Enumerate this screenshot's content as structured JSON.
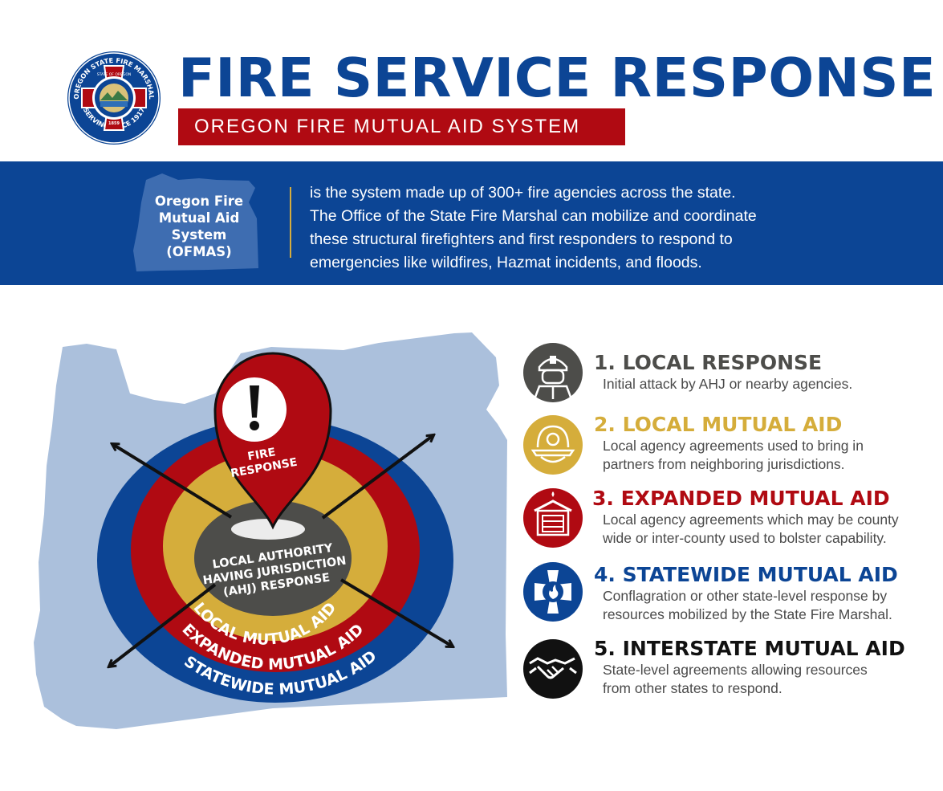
{
  "header": {
    "title": "FIRE SERVICE RESPONSE",
    "subtitle": "OREGON FIRE MUTUAL AID SYSTEM"
  },
  "seal": {
    "top_text": "OREGON STATE FIRE MARSHAL",
    "bottom_text": "SERVING SINCE 1917",
    "inner_top": "STATE OF OREGON",
    "year": "1859"
  },
  "intro": {
    "badge_lines": [
      "Oregon Fire",
      "Mutual Aid",
      "System",
      "(OFMAS)"
    ],
    "lines": [
      "is the system made up of 300+ fire agencies across the state.",
      "The Office of the State Fire Marshal can mobilize and coordinate",
      "these structural firefighters and first responders to respond to",
      "emergencies like wildfires, Hazmat incidents, and floods."
    ]
  },
  "diagram": {
    "pin_lines": [
      "FIRE",
      "RESPONSE"
    ],
    "center_lines": [
      "LOCAL AUTHORITY",
      "HAVING JURISDICTION",
      "(AHJ) RESPONSE"
    ],
    "ring_local": "LOCAL MUTUAL AID",
    "ring_expanded": "EXPANDED MUTUAL AID",
    "ring_statewide": "STATEWIDE MUTUAL AID"
  },
  "steps": [
    {
      "title": "1. LOCAL RESPONSE",
      "desc": [
        "Initial attack by AHJ or nearby agencies."
      ],
      "color": "#4d4d4a",
      "icon": "firefighter-icon"
    },
    {
      "title": "2. LOCAL MUTUAL AID",
      "desc": [
        "Local agency agreements used to bring in",
        "partners from neighboring jurisdictions."
      ],
      "color": "#d5ad3b",
      "icon": "fire-helmet-icon"
    },
    {
      "title": "3. EXPANDED MUTUAL AID",
      "desc": [
        "Local agency agreements which may be county",
        "wide or inter-county used to bolster capability."
      ],
      "color": "#b00a12",
      "icon": "fire-station-icon"
    },
    {
      "title": "4. STATEWIDE MUTUAL AID",
      "desc": [
        "Conflagration or other state-level response by",
        "resources mobilized by the State Fire Marshal."
      ],
      "color": "#0c4595",
      "icon": "maltese-cross-icon"
    },
    {
      "title": "5. INTERSTATE MUTUAL AID",
      "desc": [
        "State-level agreements allowing resources",
        "from other states to respond."
      ],
      "color": "#111111",
      "icon": "handshake-icon"
    }
  ],
  "colors": {
    "blue": "#0c4595",
    "red": "#b00a12",
    "gold": "#d5ad3b",
    "gray": "#4d4d4a",
    "map": "#abc0dc"
  }
}
